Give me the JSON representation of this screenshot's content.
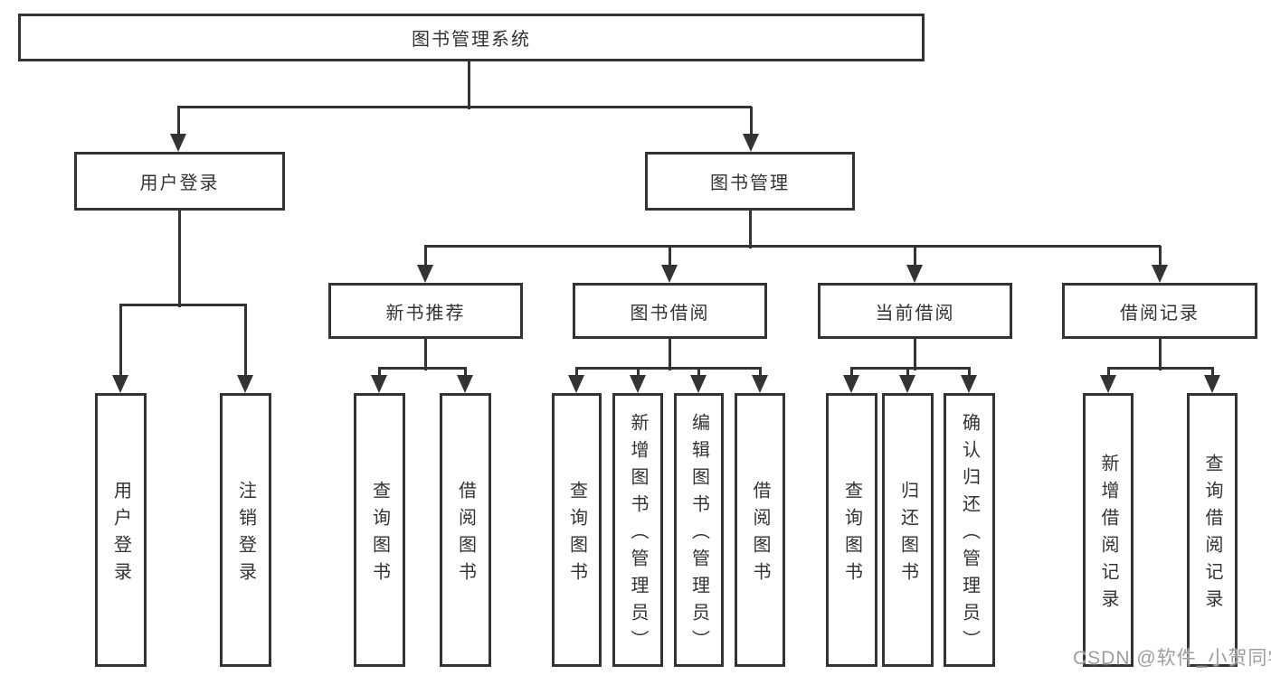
{
  "tree": {
    "root": {
      "label": "图书管理系统"
    },
    "branches": [
      {
        "label": "用户登录",
        "children": [
          {
            "label": "用户登录"
          },
          {
            "label": "注销登录"
          }
        ]
      },
      {
        "label": "图书管理",
        "groups": [
          {
            "label": "新书推荐",
            "children": [
              {
                "label": "查询图书"
              },
              {
                "label": "借阅图书"
              }
            ]
          },
          {
            "label": "图书借阅",
            "children": [
              {
                "label": "查询图书"
              },
              {
                "label": "新增图书（管理员）"
              },
              {
                "label": "编辑图书（管理员）"
              },
              {
                "label": "借阅图书"
              }
            ]
          },
          {
            "label": "当前借阅",
            "children": [
              {
                "label": "查询图书"
              },
              {
                "label": "归还图书"
              },
              {
                "label": "确认归还（管理员）"
              }
            ]
          },
          {
            "label": "借阅记录",
            "children": [
              {
                "label": "新增借阅记录"
              },
              {
                "label": "查询借阅记录"
              }
            ]
          }
        ]
      }
    ]
  },
  "watermark": "CSDN @软件_小贺同学",
  "colors": {
    "line": "#333333",
    "text": "#333333",
    "watermark": "#9e9e9e",
    "background": "#ffffff"
  }
}
